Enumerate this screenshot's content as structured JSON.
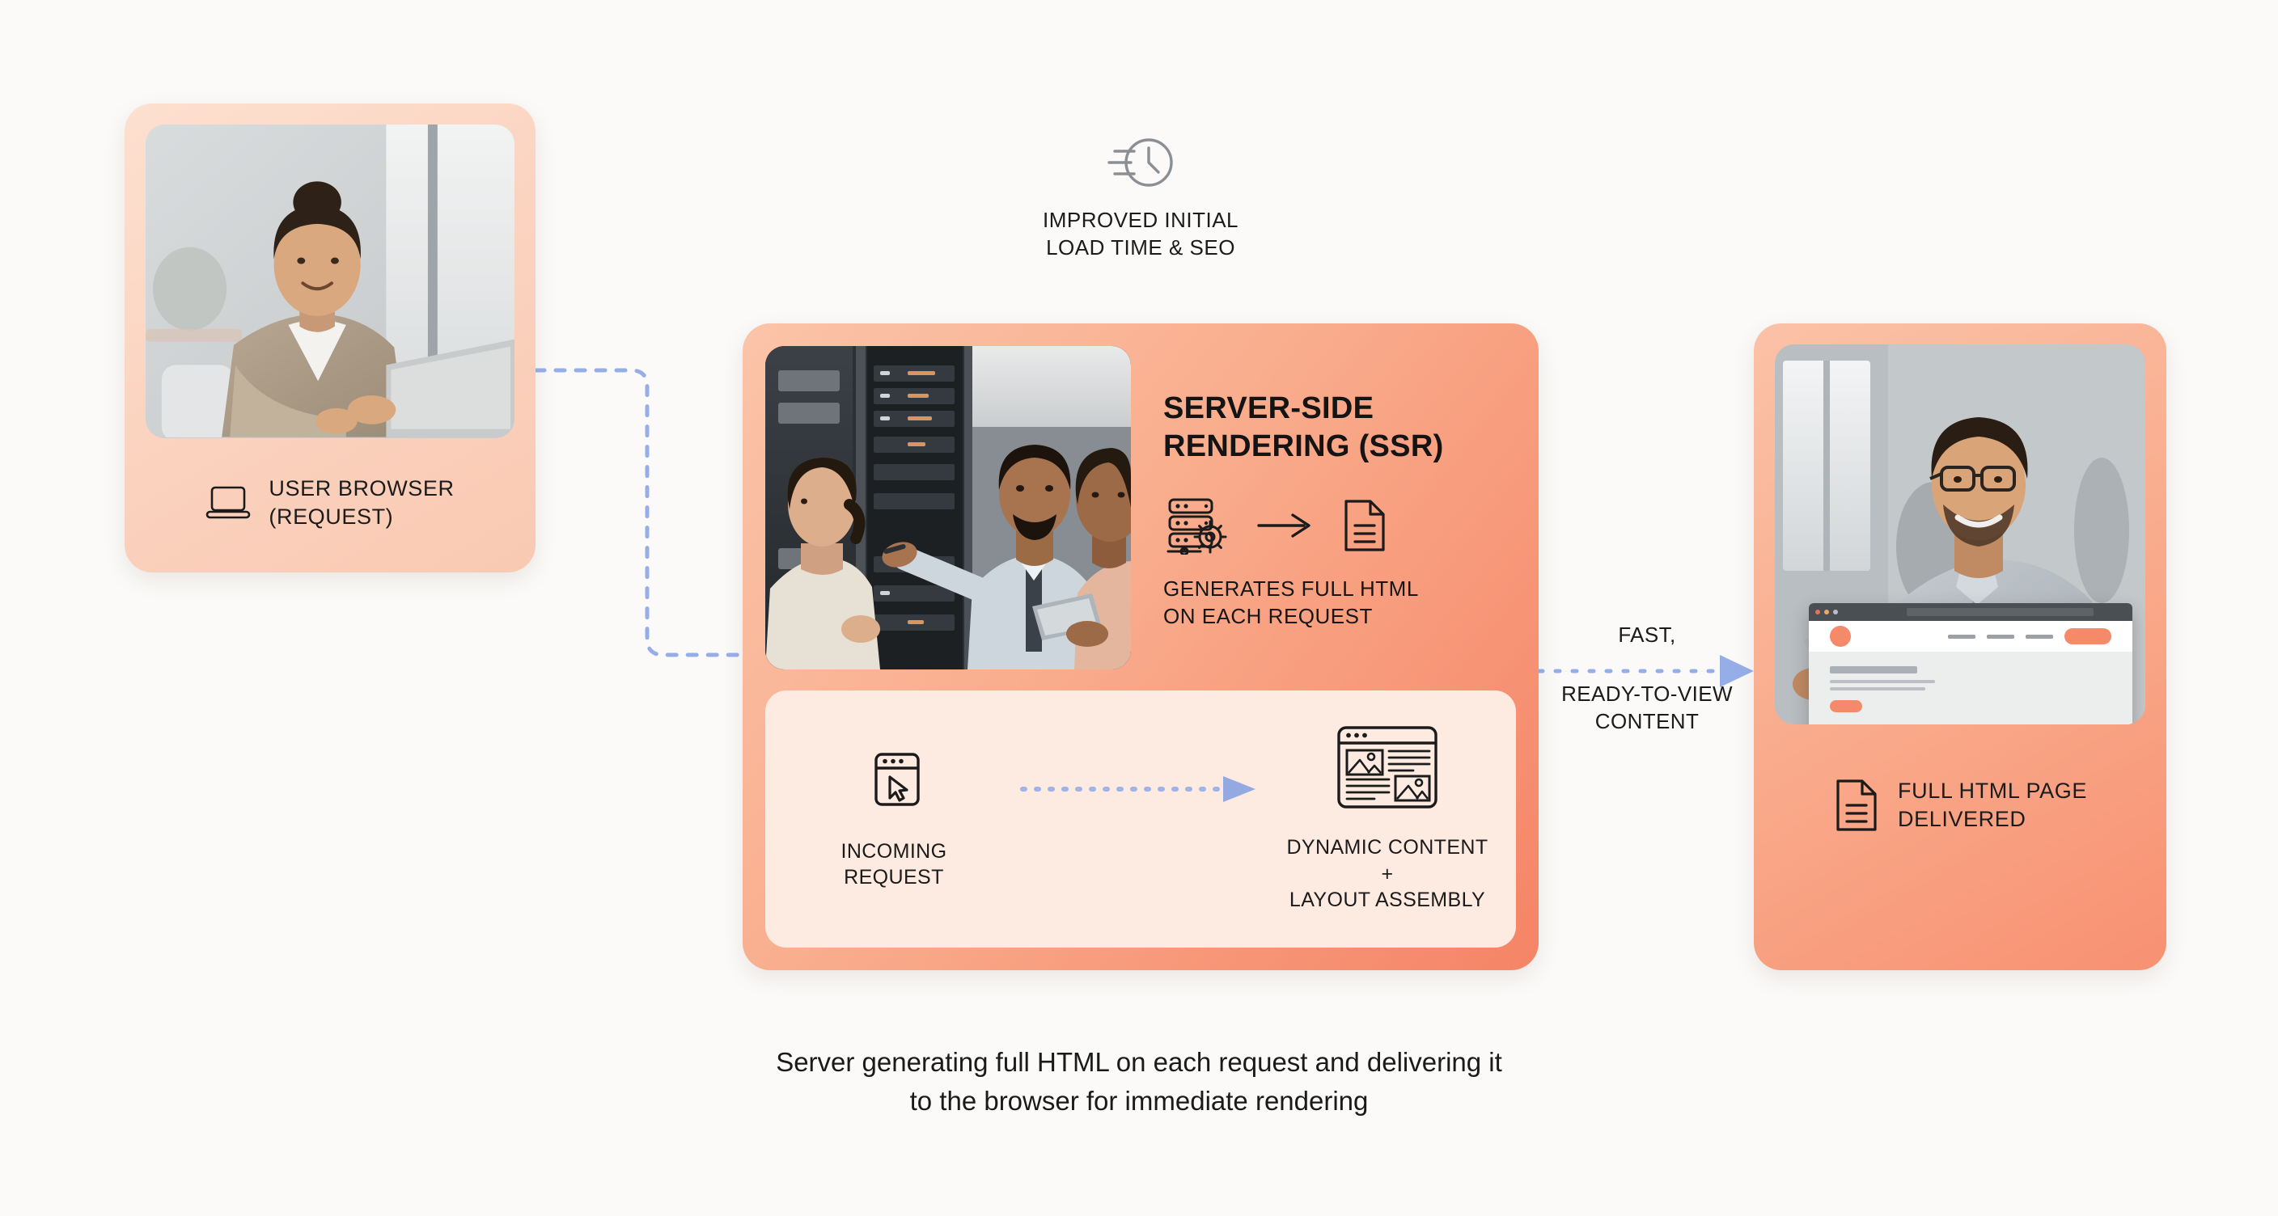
{
  "background_color": "#fbfaf8",
  "accent_color": "#f58a6b",
  "arrow_color": "#96aee8",
  "cards": {
    "left": {
      "name": "user-browser-card",
      "label": "USER BROWSER\n(REQUEST)",
      "icon": "laptop-icon",
      "photo_alt": "smiling-woman-at-laptop-photo",
      "gradient_from": "#fde0d0",
      "gradient_to": "#f9c9b2"
    },
    "center": {
      "name": "server-side-rendering-card",
      "title": "SERVER-SIDE\nRENDERING (SSR)",
      "subtitle": "GENERATES FULL HTML\nON EACH REQUEST",
      "icons": [
        "server-gear-icon",
        "arrow-right-icon",
        "document-icon"
      ],
      "photo_alt": "data-center-team-photo",
      "gradient_from": "#fbc4a9",
      "gradient_to": "#f58466",
      "inner_panel": {
        "background": "#fdeae1",
        "left": {
          "icon": "browser-cursor-icon",
          "label": "INCOMING\nREQUEST"
        },
        "arrow": "dotted-arrow-right",
        "right": {
          "icon": "page-layout-icon",
          "label": "DYNAMIC CONTENT +\nLAYOUT ASSEMBLY"
        }
      }
    },
    "right": {
      "name": "full-html-page-card",
      "label": "FULL HTML PAGE\nDELIVERED",
      "icon": "document-icon",
      "photo_alt": "smiling-man-with-tablet-photo",
      "gradient_from": "#fbc2a7",
      "gradient_to": "#f79172",
      "browser_mockup": {
        "name": "rendered-page-mockup",
        "dots": [
          "#e8705a",
          "#f0a85c",
          "#b9bfc4"
        ],
        "accent": "#f58a6b"
      }
    }
  },
  "annotations": {
    "top": {
      "icon": "speed-clock-icon",
      "text": "IMPROVED INITIAL\nLOAD TIME & SEO"
    },
    "right": {
      "line1": "FAST,",
      "line2": "READY-TO-VIEW\nCONTENT"
    }
  },
  "caption": "Server generating full HTML on each request and delivering it\nto the browser for immediate rendering"
}
